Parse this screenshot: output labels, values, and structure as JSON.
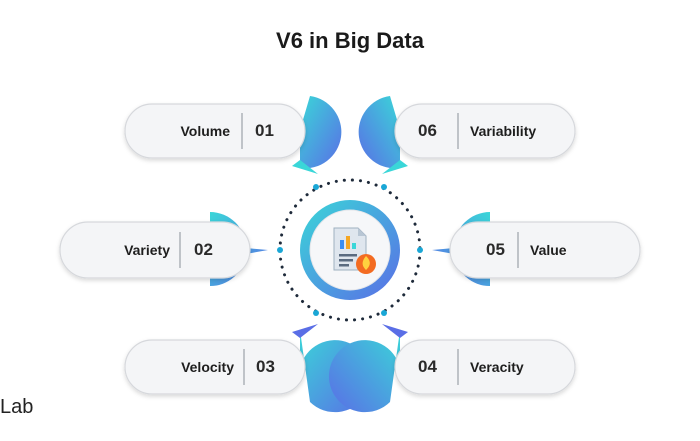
{
  "title": "V6 in Big Data",
  "colors": {
    "gradient_start": "#3ad6d8",
    "gradient_end": "#5a6ee6",
    "dot": "#1aa7d6",
    "pill_bg": "#f3f4f6",
    "pill_border": "#d6d8dc"
  },
  "center_icon": "report-chart-icon",
  "items": [
    {
      "num": "01",
      "label": "Volume"
    },
    {
      "num": "02",
      "label": "Variety"
    },
    {
      "num": "03",
      "label": "Velocity"
    },
    {
      "num": "04",
      "label": "Veracity"
    },
    {
      "num": "05",
      "label": "Value"
    },
    {
      "num": "06",
      "label": "Variability"
    }
  ],
  "footer_text": "Lab"
}
